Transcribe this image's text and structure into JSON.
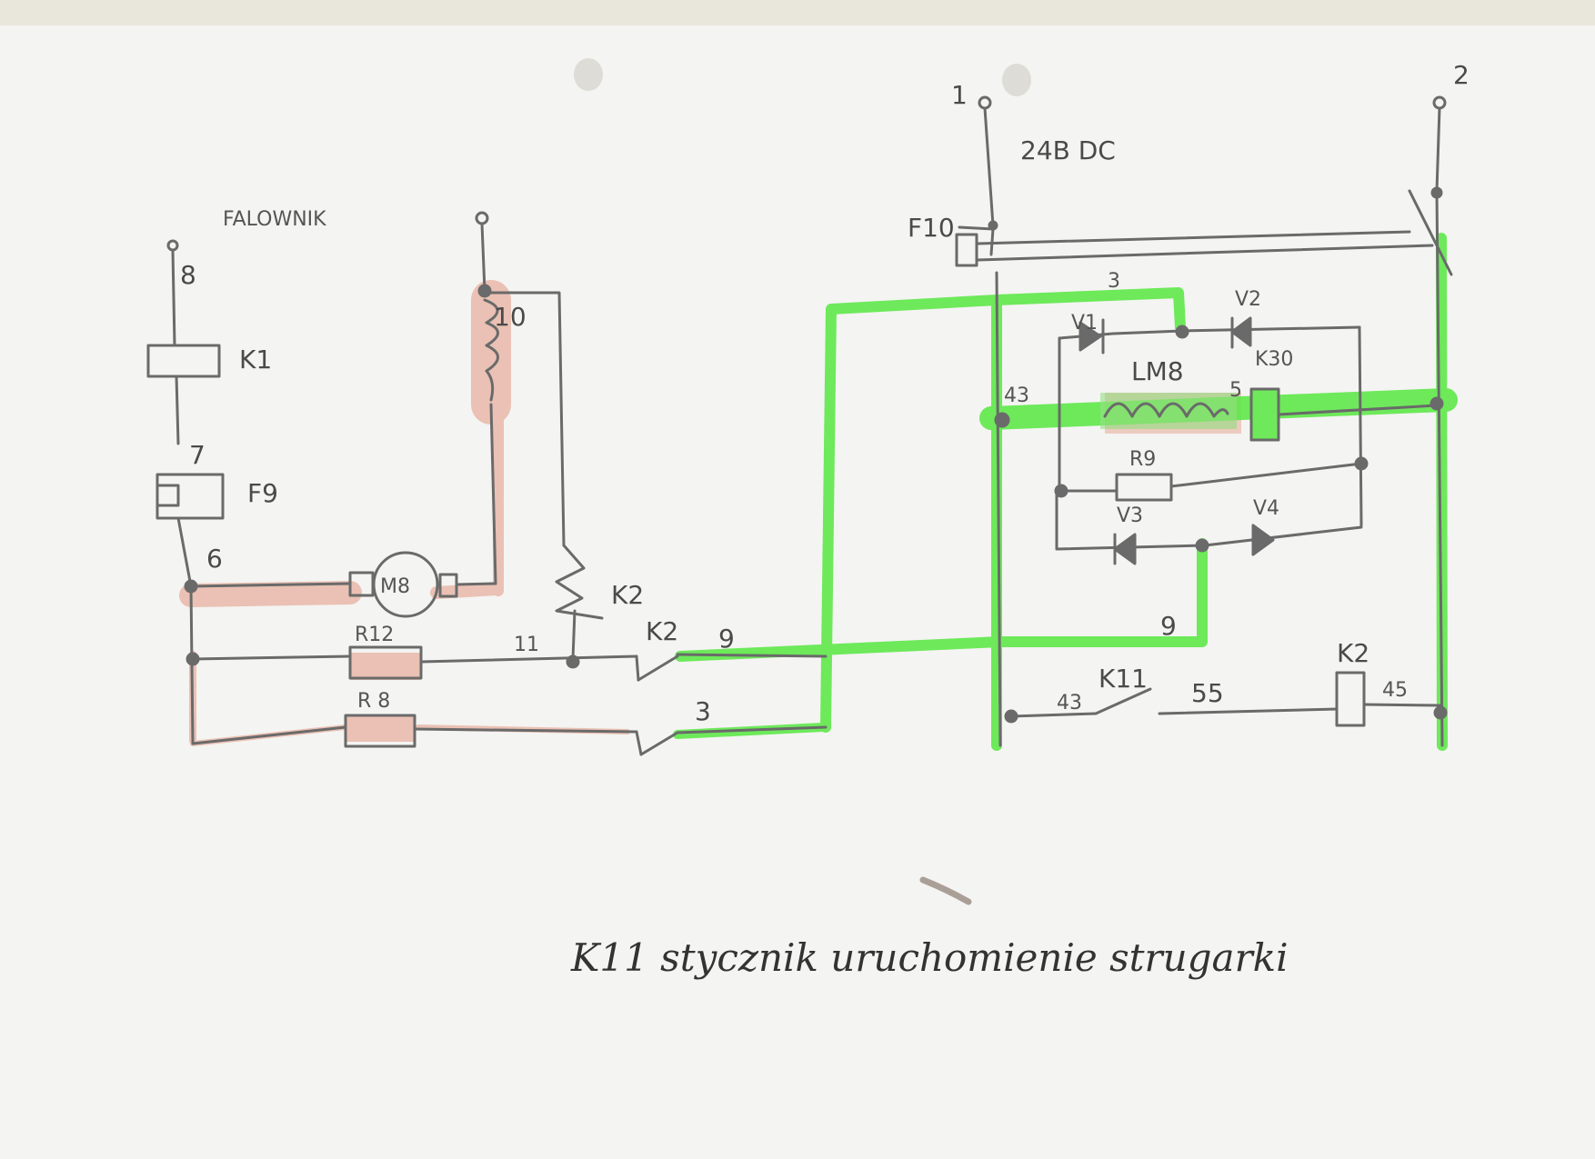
{
  "diagram": {
    "labels": {
      "falownik": "FALOWNIK",
      "n8": "8",
      "k1": "K1",
      "n7": "7",
      "f9": "F9",
      "n6": "6",
      "m8": "M8",
      "n10": "10",
      "r12": "R12",
      "n11": "11",
      "k2_coil": "K2",
      "k2_contact": "K2",
      "n9_left": "9",
      "r8": "R 8",
      "n3_left": "3",
      "t1": "1",
      "t2": "2",
      "supply": "24B DC",
      "f10": "F10",
      "n3_top": "3",
      "v1": "V1",
      "v2": "V2",
      "k30": "K30",
      "lm8": "LM8",
      "n43_top": "43",
      "n5": "5",
      "r9": "R9",
      "v3": "V3",
      "v4": "V4",
      "n9_right": "9",
      "k11": "K11",
      "n43_bottom": "43",
      "n55": "55",
      "k2_right": "K2",
      "n45": "45"
    },
    "caption": "K11 stycznik uruchomienie strugarki",
    "colors": {
      "pencil": "#6a6a6a",
      "green": "#5fe84a",
      "red_highlight": "#e8b4a4"
    }
  }
}
